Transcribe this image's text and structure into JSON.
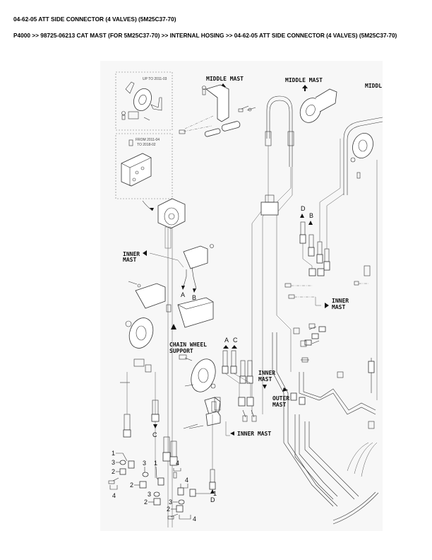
{
  "page": {
    "title": "04-62-05 ATT SIDE CONNECTOR (4 VALVES) (5M25C37-70)",
    "breadcrumb": "P4000 >> 98725-06213 CAT MAST (FOR 5M25C37-70) >> INTERNAL HOSING >> 04-62-05 ATT SIDE CONNECTOR (4 VALVES) (5M25C37-70)"
  },
  "diagram": {
    "inset_top_label": "UP TO 2011-03",
    "inset_bottom_label_line1": "FROM 2011-04",
    "inset_bottom_label_line2": "TO 2018-02",
    "labels": {
      "middle_mast_1": "MIDDLE MAST",
      "middle_mast_2": "MIDDLE MAST",
      "middle_mast_3": "MIDDL",
      "inner_mast_left_1": "INNER",
      "inner_mast_left_2": "MAST",
      "inner_mast_right_1": "INNER",
      "inner_mast_right_2": "MAST",
      "inner_mast_center_1": "INNER",
      "inner_mast_center_2": "MAST",
      "outer_mast_1": "OUTER",
      "outer_mast_2": "MAST",
      "inner_mast_bottom": "INNER MAST",
      "chain_wheel_1": "CHAIN WHEEL",
      "chain_wheel_2": "SUPPORT"
    },
    "port_letters": {
      "a_top": "A",
      "b_top": "B",
      "a_mid": "A",
      "c_mid": "C",
      "d_right": "D",
      "b_right": "B",
      "c_bottom": "C",
      "d_bottom": "D"
    },
    "callouts": {
      "g1_1": "1",
      "g1_3": "3",
      "g1_2": "2",
      "g1_4": "4",
      "g2_3": "3",
      "g2_2": "2",
      "g3_1": "1",
      "g3_4a": "4",
      "g3_4b": "4",
      "g3_3": "3",
      "g3_2": "2",
      "g4_3": "3",
      "g4_1": "1",
      "g4_2": "2",
      "g4_4": "4"
    }
  }
}
